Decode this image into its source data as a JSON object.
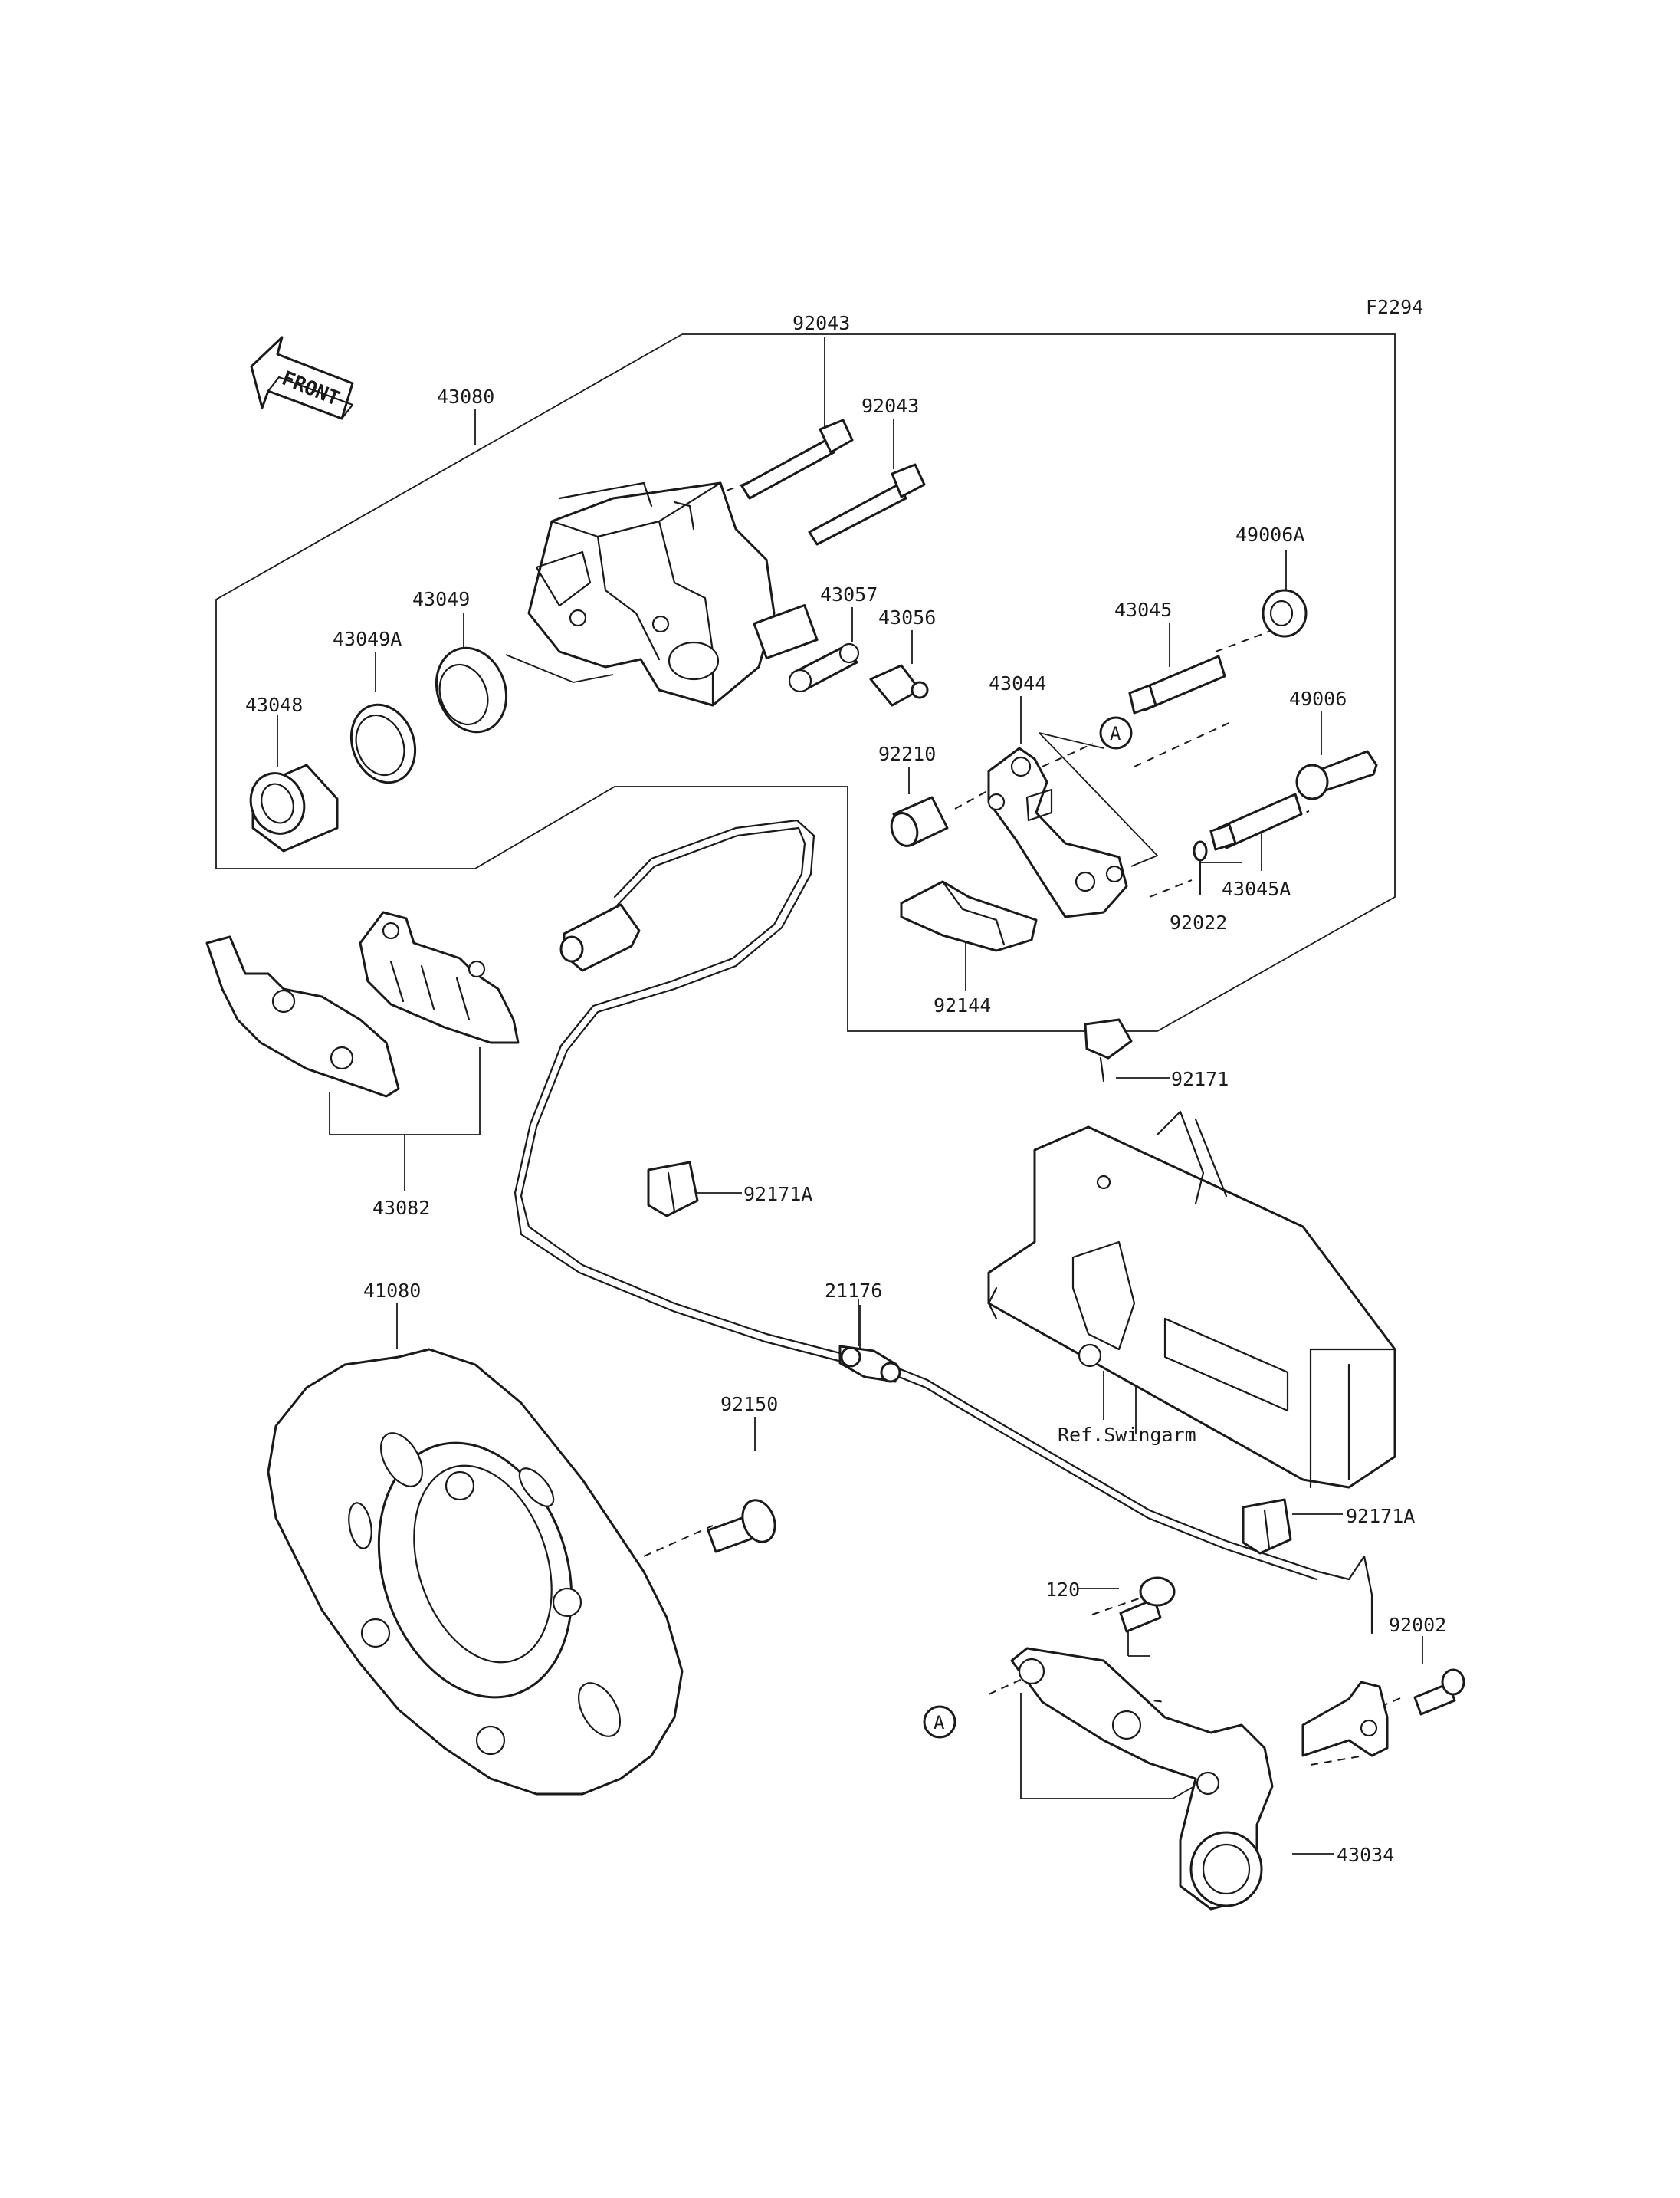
{
  "figure_code": "F2294",
  "front_label": "FRONT",
  "reference_label": "Ref.Swingarm",
  "marker_label": "A",
  "part_numbers": {
    "p43080": "43080",
    "p92043a": "92043",
    "p92043b": "92043",
    "p43057": "43057",
    "p43056": "43056",
    "p49006A": "49006A",
    "p43045": "43045",
    "p43049": "43049",
    "p43049A": "43049A",
    "p43048": "43048",
    "p43044": "43044",
    "p49006": "49006",
    "p92210": "92210",
    "p43045A": "43045A",
    "p92022": "92022",
    "p92144": "92144",
    "p92171": "92171",
    "p43082": "43082",
    "p92171A_a": "92171A",
    "p41080": "41080",
    "p21176": "21176",
    "p92150": "92150",
    "p92171A_b": "92171A",
    "p120": "120",
    "p92002": "92002",
    "p43034": "43034"
  }
}
